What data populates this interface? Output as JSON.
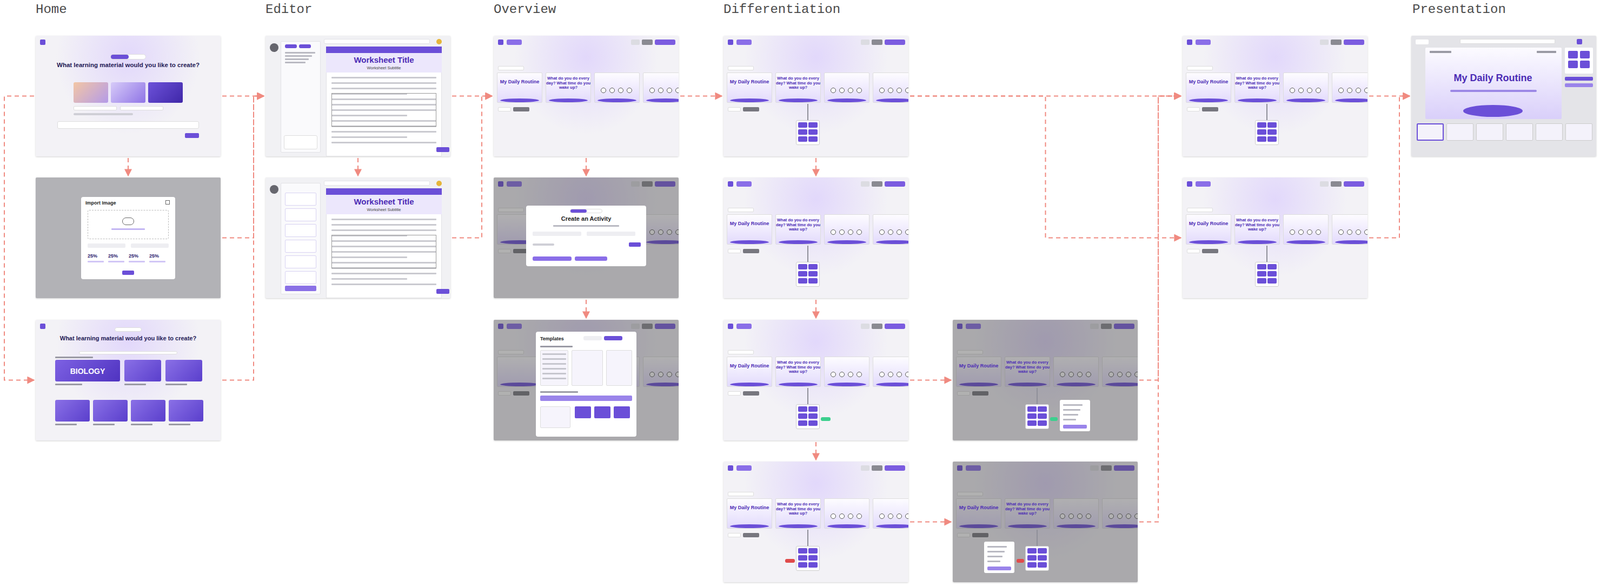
{
  "diagram": {
    "nodes": [
      {
        "text": [
          "What learning material would you like to create?"
        ]
      },
      {
        "text": [
          "Import Image",
          "25%",
          "25%",
          "25%",
          "25%"
        ]
      },
      {
        "text": [
          "What learning material would you like to create?",
          "BIOLOGY"
        ]
      },
      {
        "text": [
          "Worksheet Title",
          "Worksheet Subtitle"
        ]
      },
      {
        "text": [
          "Worksheet Title",
          "Worksheet Subtitle"
        ]
      },
      {
        "text": [
          "My Daily Routine",
          "What do you do every day? What time do you wake up?"
        ]
      },
      {
        "text": [
          "Create an Activity"
        ]
      },
      {
        "text": [
          "Templates"
        ]
      },
      {
        "text": [
          "My Daily Routine",
          "What do you do every day? What time do you wake up?"
        ]
      },
      {
        "text": [
          "My Daily Routine",
          "What do you do every day? What time do you wake up?"
        ]
      },
      {
        "text": [
          "My Daily Routine",
          "What do you do every day? What time do you wake up?"
        ]
      },
      {
        "text": [
          "My Daily Routine",
          "What do you do every day? What time do you wake up?"
        ]
      },
      {
        "text": [
          "My Daily Routine",
          "What do you do every day? What time do you wake up?"
        ]
      },
      {
        "text": [
          "My Daily Routine",
          "What do you do every day? What time do you wake up?"
        ]
      },
      {
        "text": [
          "My Daily Routine",
          "What do you do every day? What time do you wake up?"
        ]
      },
      {
        "text": [
          "My Daily Routine",
          "What do you do every day? What time do you wake up?"
        ]
      },
      {
        "text": [
          "My Daily Routine"
        ]
      }
    ],
    "edges": [
      {
        "from": 0,
        "to": 1,
        "arrow": "to"
      },
      {
        "from": 0,
        "to": 2,
        "arrow": "to"
      },
      {
        "from": 0,
        "to": 3,
        "arrow": "to"
      },
      {
        "from": 1,
        "to": 3,
        "arrow": "to"
      },
      {
        "from": 2,
        "to": 3,
        "arrow": "to"
      },
      {
        "from": 3,
        "to": 4,
        "arrow": "to"
      },
      {
        "from": 3,
        "to": 5,
        "arrow": "to"
      },
      {
        "from": 4,
        "to": 5,
        "arrow": "to"
      },
      {
        "from": 5,
        "to": 6,
        "arrow": "to"
      },
      {
        "from": 6,
        "to": 7,
        "arrow": "to"
      },
      {
        "from": 5,
        "to": 8,
        "arrow": "to"
      },
      {
        "from": 8,
        "to": 9,
        "arrow": "to"
      },
      {
        "from": 9,
        "to": 10,
        "arrow": "to"
      },
      {
        "from": 10,
        "to": 11,
        "arrow": "to"
      },
      {
        "from": 10,
        "to": 12,
        "arrow": "to"
      },
      {
        "from": 11,
        "to": 13,
        "arrow": "to"
      },
      {
        "from": 8,
        "to": 14,
        "arrow": "to"
      },
      {
        "from": 8,
        "to": 15,
        "arrow": "to"
      },
      {
        "from": 12,
        "to": 14,
        "arrow": "to"
      },
      {
        "from": 13,
        "to": 14,
        "arrow": "to"
      },
      {
        "from": 14,
        "to": 16,
        "arrow": "to"
      },
      {
        "from": 15,
        "to": 16,
        "arrow": "to"
      }
    ],
    "labels": [
      "Home",
      "Editor",
      "Overview",
      "Differentiation",
      "Presentation"
    ]
  }
}
